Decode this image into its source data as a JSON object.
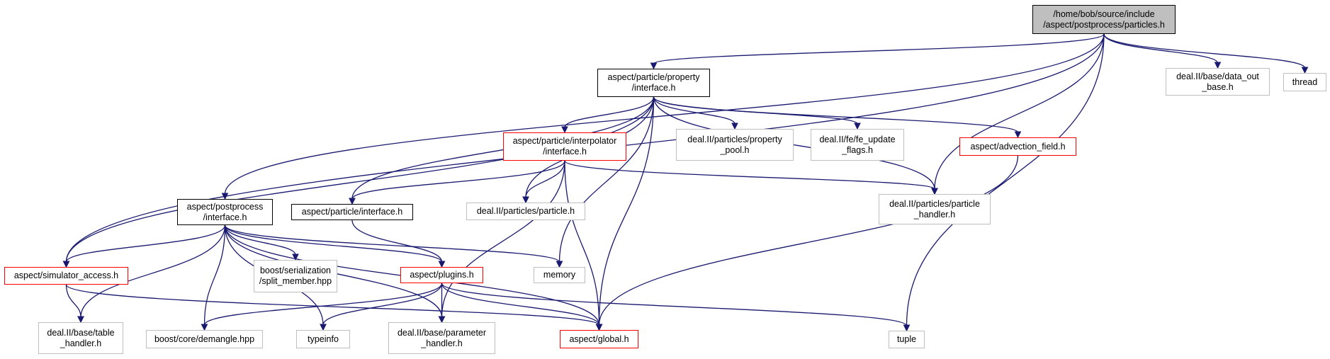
{
  "diagram": {
    "type": "include-dependency-graph",
    "colors": {
      "edge": "#191970",
      "root_fill": "#bfbfbf",
      "documented_border": "#000000",
      "incomplete_border": "#ff0000",
      "external_border": "#bfbfbf"
    },
    "nodes": [
      {
        "id": "root",
        "label": "/home/bob/source/include\n/aspect/postprocess/particles.h",
        "kind": "root"
      },
      {
        "id": "data_out_base",
        "label": "deal.II/base/data_out\n_base.h",
        "kind": "external"
      },
      {
        "id": "thread",
        "label": "thread",
        "kind": "external"
      },
      {
        "id": "property_interface",
        "label": "aspect/particle/property\n/interface.h",
        "kind": "documented"
      },
      {
        "id": "interpolator_interface",
        "label": "aspect/particle/interpolator\n/interface.h",
        "kind": "incomplete"
      },
      {
        "id": "property_pool",
        "label": "deal.II/particles/property\n_pool.h",
        "kind": "external"
      },
      {
        "id": "fe_update_flags",
        "label": "deal.II/fe/fe_update\n_flags.h",
        "kind": "external"
      },
      {
        "id": "advection_field",
        "label": "aspect/advection_field.h",
        "kind": "incomplete"
      },
      {
        "id": "particle_h",
        "label": "deal.II/particles/particle.h",
        "kind": "external"
      },
      {
        "id": "particle_handler",
        "label": "deal.II/particles/particle\n_handler.h",
        "kind": "external"
      },
      {
        "id": "postprocess_interface",
        "label": "aspect/postprocess\n/interface.h",
        "kind": "documented"
      },
      {
        "id": "particle_interface",
        "label": "aspect/particle/interface.h",
        "kind": "documented"
      },
      {
        "id": "simulator_access",
        "label": "aspect/simulator_access.h",
        "kind": "incomplete"
      },
      {
        "id": "split_member",
        "label": "boost/serialization\n/split_member.hpp",
        "kind": "external"
      },
      {
        "id": "plugins",
        "label": "aspect/plugins.h",
        "kind": "incomplete"
      },
      {
        "id": "memory",
        "label": "memory",
        "kind": "external"
      },
      {
        "id": "table_handler",
        "label": "deal.II/base/table\n_handler.h",
        "kind": "external"
      },
      {
        "id": "demangle",
        "label": "boost/core/demangle.hpp",
        "kind": "external"
      },
      {
        "id": "typeinfo",
        "label": "typeinfo",
        "kind": "external"
      },
      {
        "id": "parameter_handler",
        "label": "deal.II/base/parameter\n_handler.h",
        "kind": "external"
      },
      {
        "id": "global",
        "label": "aspect/global.h",
        "kind": "incomplete"
      },
      {
        "id": "tuple",
        "label": "tuple",
        "kind": "external"
      }
    ],
    "edges": [
      [
        "root",
        "property_interface"
      ],
      [
        "root",
        "postprocess_interface"
      ],
      [
        "root",
        "simulator_access"
      ],
      [
        "root",
        "data_out_base"
      ],
      [
        "root",
        "thread"
      ],
      [
        "root",
        "particle_handler"
      ],
      [
        "root",
        "tuple"
      ],
      [
        "property_interface",
        "interpolator_interface"
      ],
      [
        "property_interface",
        "property_pool"
      ],
      [
        "property_interface",
        "fe_update_flags"
      ],
      [
        "property_interface",
        "advection_field"
      ],
      [
        "property_interface",
        "particle_h"
      ],
      [
        "property_interface",
        "particle_handler"
      ],
      [
        "property_interface",
        "particle_interface"
      ],
      [
        "property_interface",
        "simulator_access"
      ],
      [
        "property_interface",
        "memory"
      ],
      [
        "property_interface",
        "global"
      ],
      [
        "interpolator_interface",
        "particle_interface"
      ],
      [
        "interpolator_interface",
        "particle_h"
      ],
      [
        "interpolator_interface",
        "particle_handler"
      ],
      [
        "interpolator_interface",
        "parameter_handler"
      ],
      [
        "interpolator_interface",
        "global"
      ],
      [
        "advection_field",
        "global"
      ],
      [
        "particle_interface",
        "plugins"
      ],
      [
        "postprocess_interface",
        "simulator_access"
      ],
      [
        "postprocess_interface",
        "table_handler"
      ],
      [
        "postprocess_interface",
        "demangle"
      ],
      [
        "postprocess_interface",
        "typeinfo"
      ],
      [
        "postprocess_interface",
        "split_member"
      ],
      [
        "postprocess_interface",
        "plugins"
      ],
      [
        "postprocess_interface",
        "parameter_handler"
      ],
      [
        "postprocess_interface",
        "memory"
      ],
      [
        "postprocess_interface",
        "global"
      ],
      [
        "simulator_access",
        "table_handler"
      ],
      [
        "simulator_access",
        "global"
      ],
      [
        "plugins",
        "demangle"
      ],
      [
        "plugins",
        "typeinfo"
      ],
      [
        "plugins",
        "parameter_handler"
      ],
      [
        "plugins",
        "global"
      ],
      [
        "plugins",
        "tuple"
      ]
    ]
  }
}
